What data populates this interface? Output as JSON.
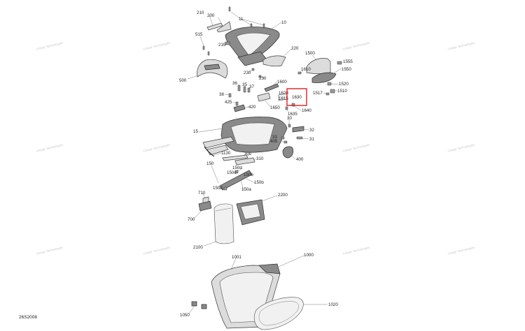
{
  "diagram": {
    "reference_number": "26S2008",
    "highlight_color": "#e02020",
    "highlighted_part": "1630",
    "watermark_text": "©Shatt Technologies",
    "part_numbers": {
      "p210": "210",
      "p200": "200",
      "p11": "11",
      "p10": "10",
      "p515": "515",
      "p215": "215",
      "p220": "220",
      "p500": "500",
      "p230a": "230",
      "p230b": "230",
      "p1500": "1500",
      "p1555": "1555",
      "p1610": "1610",
      "p1550": "1550",
      "p1600": "1600",
      "p36": "36",
      "p35": "35",
      "p37": "37",
      "p1620": "1620",
      "p1615": "1615",
      "p1630": "1630",
      "p1520": "1520",
      "p1517": "1517",
      "p1510": "1510",
      "p38": "38",
      "p425": "425",
      "p420": "420",
      "p1650": "1650",
      "p1635": "1635",
      "p1640": "1640",
      "p30": "30",
      "p32": "32",
      "p15": "15",
      "p33": "33",
      "p405": "405",
      "p31": "31",
      "p1130": "1130",
      "p300": "300",
      "p310": "310",
      "p400": "400",
      "p150": "150",
      "p150d_top": "150d",
      "p150c": "150c",
      "p150b_top": "150b",
      "p150d": "150d",
      "p150a": "150a",
      "p150b": "150b",
      "p710": "710",
      "p2200": "2200",
      "p700": "700",
      "p2100": "2100",
      "p1001": "1001",
      "p1000": "1000",
      "p1020": "1020",
      "p1050": "1050"
    }
  }
}
